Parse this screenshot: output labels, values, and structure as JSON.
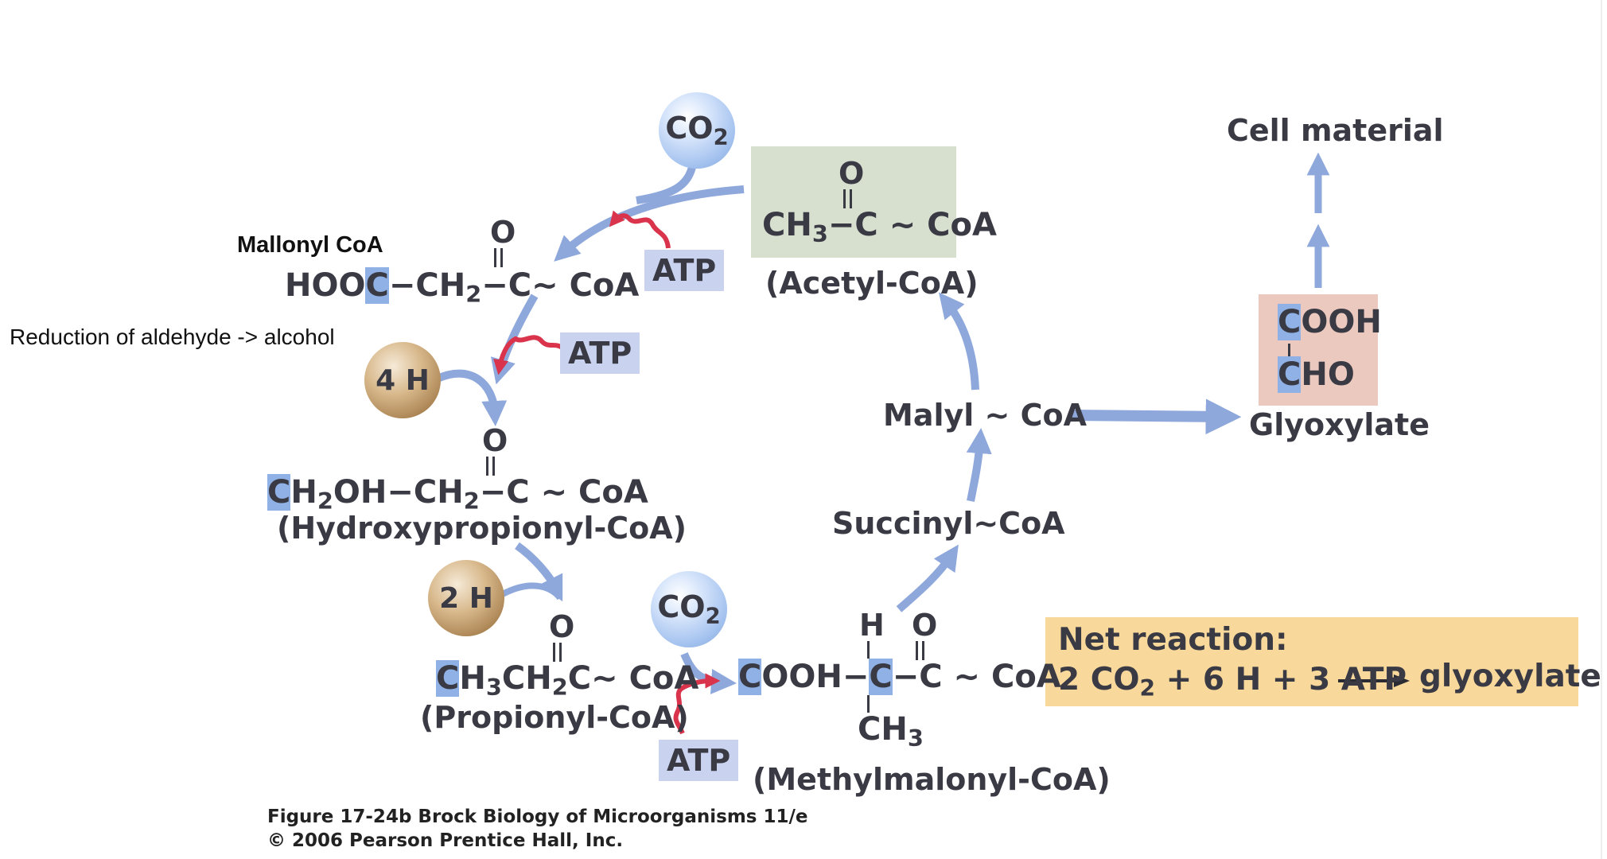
{
  "molecules": {
    "mallonyl": {
      "label": "Mallonyl CoA",
      "o": "O",
      "formula_a": "HOO",
      "formula_hl": "C",
      "formula_b": "−CH",
      "sub": "2",
      "formula_c": "−C",
      "tilde_coa": "~ CoA"
    },
    "acetyl": {
      "o": "O",
      "formula_a": "CH",
      "sub": "3",
      "formula_b": "−C ~ CoA",
      "name": "(Acetyl-CoA)"
    },
    "hydroxy": {
      "o": "O",
      "hl": "C",
      "formula_a": "H",
      "sub1": "2",
      "formula_b": "OH−CH",
      "sub2": "2",
      "formula_c": "−C ~ CoA",
      "name": "(Hydroxypropionyl-CoA)"
    },
    "propionyl": {
      "o": "O",
      "hl": "C",
      "formula_a": "H",
      "sub1": "3",
      "formula_b": "CH",
      "sub2": "2",
      "formula_c": "C~ CoA",
      "name": "(Propionyl-CoA)"
    },
    "methylmalonyl": {
      "h": "H",
      "o": "O",
      "hl1": "C",
      "formula_a": "OOH−",
      "hl2": "C",
      "formula_b": "−C ~ CoA",
      "ch": "CH",
      "sub": "3",
      "name": "(Methylmalonyl-CoA)"
    },
    "succinyl": {
      "label": "Succinyl~CoA"
    },
    "malyl": {
      "label": "Malyl ~ CoA"
    },
    "glyoxylate": {
      "hl1": "C",
      "line1": "OOH",
      "hl2": "C",
      "line2": "HO",
      "name": "Glyoxylate"
    },
    "cell": {
      "label": "Cell material"
    }
  },
  "cofactors": {
    "co2_top": {
      "label": "CO",
      "sub": "2"
    },
    "co2_bottom": {
      "label": "CO",
      "sub": "2"
    },
    "h4": {
      "label": "4 H"
    },
    "h2": {
      "label": "2 H"
    },
    "atp1": "ATP",
    "atp2": "ATP",
    "atp3": "ATP"
  },
  "annotation": "Reduction of aldehyde -> alcohol",
  "net": {
    "title": "Net reaction:",
    "a": "2 CO",
    "sub": "2",
    "b": " + 6 H + 3 ATP",
    "product": "glyoxylate"
  },
  "caption": {
    "line1": "Figure 17-24b  Brock Biology of Microorganisms 11/e",
    "line2": "© 2006 Pearson Prentice Hall, Inc."
  },
  "colors": {
    "arrow_blue": "#8ea8dc",
    "atp_red": "#d9344c",
    "highlight": "#8fb1e6"
  }
}
